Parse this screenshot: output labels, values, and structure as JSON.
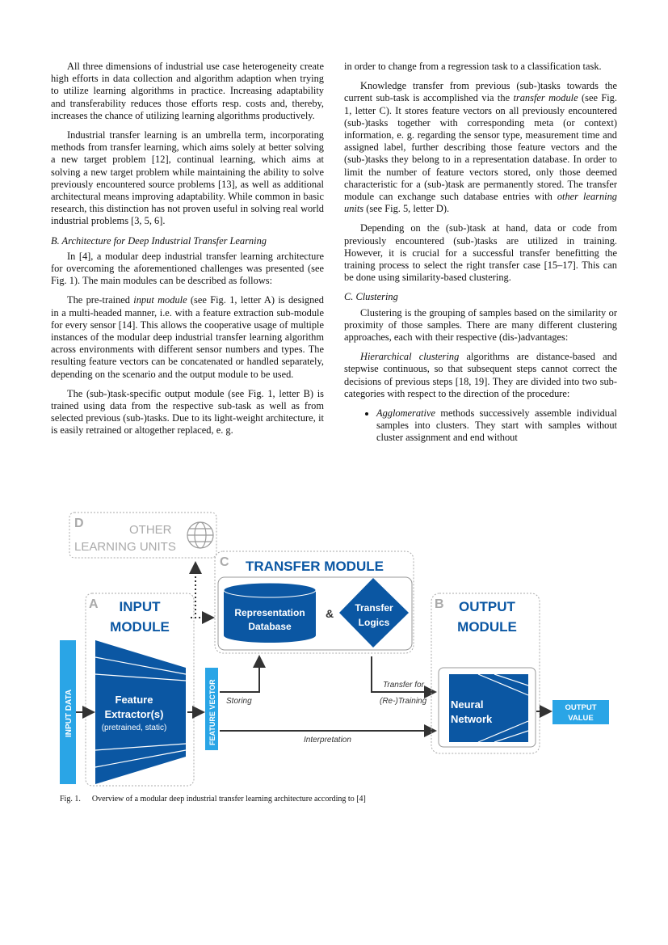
{
  "left_column": {
    "p1": "All three dimensions of industrial use case heterogeneity create high efforts in data collection and algorithm adaption when trying to utilize learning algorithms in practice. Increasing adaptability and transferability reduces those efforts resp. costs and, thereby, increases the chance of utilizing learning algorithms productively.",
    "p2": "Industrial transfer learning is an umbrella term, incorporating methods from transfer learning, which aims solely at better solving a new target problem [12], continual learning, which aims at solving a new target problem while maintaining the ability to solve previously encountered source problems [13], as well as additional architectural means improving adaptability. While common in basic research, this distinction has not proven useful in solving real world industrial problems [3, 5, 6].",
    "heading_b": "B.  Architecture for Deep Industrial Transfer Learning",
    "p3": "In [4], a modular deep industrial transfer learning architecture for overcoming the aforementioned challenges was presented (see Fig. 1). The main modules can be described as follows:",
    "p4_a": "The pre-trained ",
    "p4_em": "input module",
    "p4_b": " (see Fig. 1, letter A) is designed in a multi-headed manner, i.e. with a feature extraction sub-module for every sensor [14]. This allows the cooperative usage of multiple instances of the modular deep industrial transfer learning algorithm across environments with different sensor numbers and types. The resulting feature vectors can be concatenated or handled separately, depending on the scenario and the output module to be used.",
    "p5": "The (sub-)task-specific output module (see Fig. 1, letter B) is trained using data from the respective sub-task as well as from selected previous (sub-)tasks. Due to its light-weight architecture, it is easily retrained or altogether replaced, e. g."
  },
  "right_column": {
    "p1": "in order to change from a regression task to a classification task.",
    "p2_a": "Knowledge transfer from previous (sub-)tasks towards the current sub-task is accomplished via the ",
    "p2_em": "transfer module",
    "p2_b": " (see Fig. 1, letter C). It stores feature vectors on all previously encountered (sub-)tasks together with corresponding meta (or context) information, e. g. regarding the sensor type, measurement time and assigned label, further describing those feature vectors and the (sub-)tasks they belong to in a representation database. In order to limit the number of feature vectors stored, only those deemed characteristic for a (sub-)task are permanently stored. The transfer module can exchange such database entries with ",
    "p2_em2": "other learning units",
    "p2_c": " (see Fig. 5, letter D).",
    "p3": "Depending on the (sub-)task at hand, data or code from previously encountered (sub-)tasks are utilized in training. However, it is crucial for a successful transfer benefitting the training process to select the right transfer case [15–17]. This can be done using similarity-based clustering.",
    "heading_c": "C.  Clustering",
    "p4": "Clustering is the grouping of samples based on the similarity or proximity of those samples. There are many different clustering approaches, each with their respective (dis-)advantages:",
    "p5_em": "Hierarchical clustering",
    "p5_b": " algorithms are distance-based and stepwise continuous, so that subsequent steps cannot correct the decisions of previous steps [18, 19]. They are divided into two sub-categories with respect to the direction of the procedure:",
    "bullet_em": "Agglomerative",
    "bullet_b": " methods successively assemble individual samples into clusters. They start with samples without cluster assignment and end without"
  },
  "figure": {
    "d_letter": "D",
    "d_line1": "OTHER",
    "d_line2": "LEARNING UNITS",
    "c_letter": "C",
    "c_title": "TRANSFER MODULE",
    "db_line1": "Representation",
    "db_line2": "Database",
    "amp": "&",
    "tl_line1": "Transfer",
    "tl_line2": "Logics",
    "a_letter": "A",
    "a_line1": "INPUT",
    "a_line2": "MODULE",
    "b_letter": "B",
    "b_line1": "OUTPUT",
    "b_line2": "MODULE",
    "input_data": "INPUT DATA",
    "fe_line1": "Feature",
    "fe_line2": "Extractor(s)",
    "fe_line3": "(pretrained, static)",
    "feature_vector": "FEATURE VECTOR",
    "storing": "Storing",
    "transfer_for": "Transfer for",
    "retraining": "(Re-)Training",
    "interpretation": "Interpretation",
    "nn_line1": "Neural",
    "nn_line2": "Network",
    "out_line1": "OUTPUT",
    "out_line2": "VALUE",
    "colors": {
      "dark_blue": "#0b57a3",
      "light_blue": "#2aa5e6",
      "gray": "#aaaaaa"
    }
  },
  "caption": {
    "label": "Fig. 1.",
    "text": "Overview of a modular deep industrial transfer learning architecture according to [4]"
  }
}
